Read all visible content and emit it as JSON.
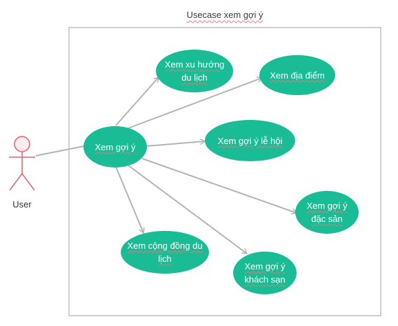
{
  "diagram": {
    "title": "Usecase xem gợi ý",
    "actor": {
      "label": "User"
    },
    "usecases": {
      "main": "Xem gợi ý",
      "xu_huong": "Xem xu hướng du lịch",
      "dia_diem": "Xem địa điểm",
      "le_hoi": "Xem gợi ý lễ hội",
      "dac_san": "Xem gợi ý đặc sản",
      "cong_dong": "Xem cộng đồng du lịch",
      "khach_san": "Xem gợi ý khách sạn"
    },
    "colors": {
      "usecase_fill": "#1abc95",
      "usecase_text": "#ffffff",
      "actor_stroke": "#e06070",
      "border": "#bfbfbf",
      "connector": "#b3b3b3"
    }
  }
}
